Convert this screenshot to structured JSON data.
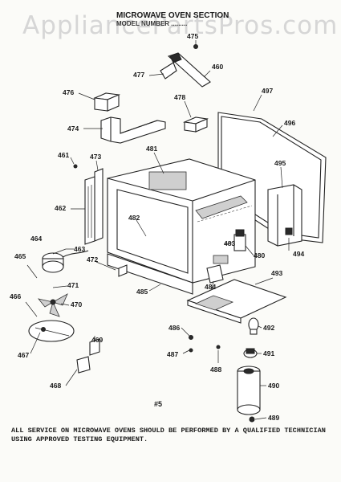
{
  "watermark": "AppliancePartsPros.com",
  "header": {
    "title": "MICROWAVE OVEN SECTION",
    "subtitle": "MODEL NUMBER ........."
  },
  "labels": [
    {
      "id": "475",
      "text": "475"
    },
    {
      "id": "460",
      "text": "460"
    },
    {
      "id": "477",
      "text": "477"
    },
    {
      "id": "476",
      "text": "476"
    },
    {
      "id": "478",
      "text": "478"
    },
    {
      "id": "497",
      "text": "497"
    },
    {
      "id": "474",
      "text": "474"
    },
    {
      "id": "496",
      "text": "496"
    },
    {
      "id": "461",
      "text": "461"
    },
    {
      "id": "473",
      "text": "473"
    },
    {
      "id": "481",
      "text": "481"
    },
    {
      "id": "495",
      "text": "495"
    },
    {
      "id": "462",
      "text": "462"
    },
    {
      "id": "482",
      "text": "482"
    },
    {
      "id": "464",
      "text": "464"
    },
    {
      "id": "463",
      "text": "463"
    },
    {
      "id": "483",
      "text": "483"
    },
    {
      "id": "480",
      "text": "480"
    },
    {
      "id": "494",
      "text": "494"
    },
    {
      "id": "465",
      "text": "465"
    },
    {
      "id": "472",
      "text": "472"
    },
    {
      "id": "493",
      "text": "493"
    },
    {
      "id": "471",
      "text": "471"
    },
    {
      "id": "484",
      "text": "484"
    },
    {
      "id": "485",
      "text": "485"
    },
    {
      "id": "466",
      "text": "466"
    },
    {
      "id": "470",
      "text": "470"
    },
    {
      "id": "492",
      "text": "492"
    },
    {
      "id": "486",
      "text": "486"
    },
    {
      "id": "469",
      "text": "469"
    },
    {
      "id": "491",
      "text": "491"
    },
    {
      "id": "467",
      "text": "467"
    },
    {
      "id": "487",
      "text": "487"
    },
    {
      "id": "488",
      "text": "488"
    },
    {
      "id": "468",
      "text": "468"
    },
    {
      "id": "490",
      "text": "490"
    },
    {
      "id": "489",
      "text": "489"
    }
  ],
  "page_number": "#5",
  "footer_note": "ALL SERVICE ON MICROWAVE OVENS SHOULD BE PERFORMED BY A QUALIFIED TECHNICIAN USING APPROVED TESTING EQUIPMENT."
}
